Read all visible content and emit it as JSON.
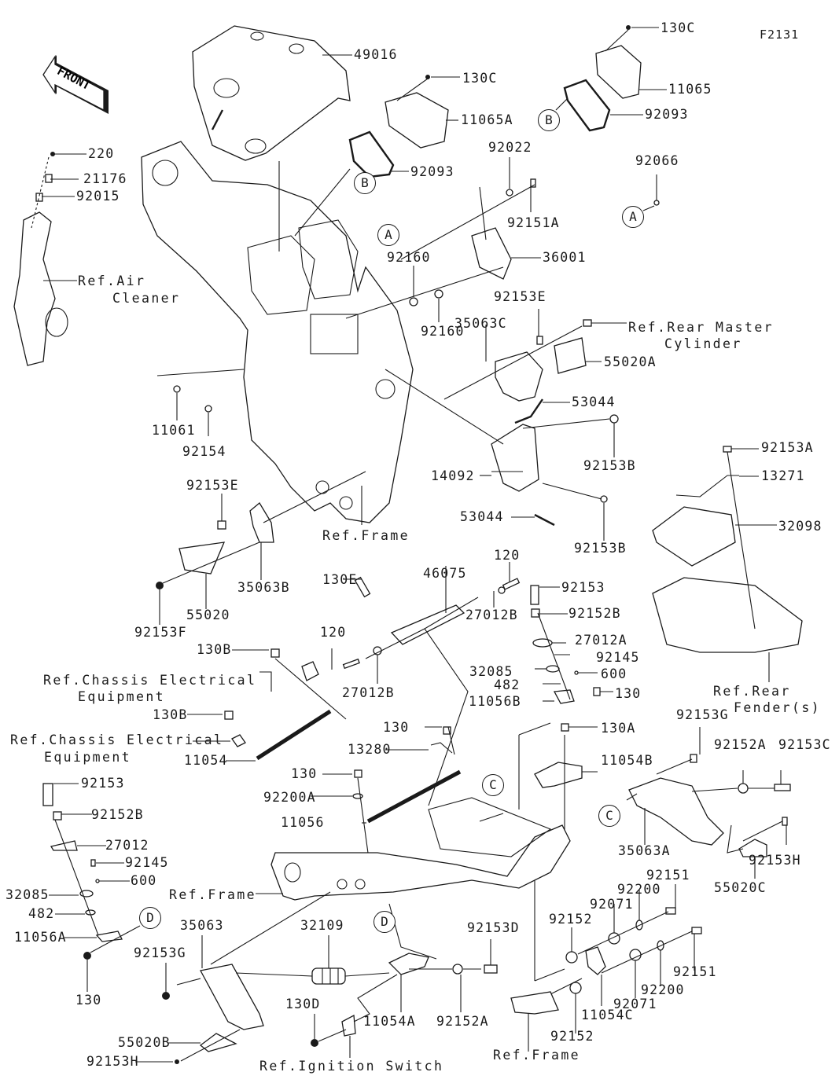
{
  "diagram": {
    "figure_id": "F2131",
    "front_arrow_text": "FRONT",
    "callout_circles": {
      "b_top": "B",
      "a_mid": "A",
      "b_frame": "B",
      "a_frame": "A",
      "c_mid": "C",
      "c_right": "C",
      "d_left": "D",
      "d_mid": "D"
    },
    "labels": {
      "p130c_top": "130C",
      "p130c_mid": "130C",
      "p49016": "49016",
      "p11065": "11065",
      "p11065a": "11065A",
      "p92093_right": "92093",
      "p92093_mid": "92093",
      "p220": "220",
      "p21176": "21176",
      "p92015": "92015",
      "p92022": "92022",
      "p92151a": "92151A",
      "p92066": "92066",
      "ref_air_cleaner_1": "Ref.Air",
      "ref_air_cleaner_2": "Cleaner",
      "p92160_a": "92160",
      "p92160_b": "92160",
      "p36001": "36001",
      "p92153e_top": "92153E",
      "p35063c": "35063C",
      "ref_rear_master_1": "Ref.Rear Master",
      "ref_rear_master_2": "Cylinder",
      "p55020a": "55020A",
      "p53044_top": "53044",
      "p92153b_top": "92153B",
      "p11061": "11061",
      "p92154": "92154",
      "p14092": "14092",
      "p53044_bot": "53044",
      "p92153b_bot": "92153B",
      "p92153a": "92153A",
      "p13271": "13271",
      "p32098": "32098",
      "p92153e_left": "92153E",
      "ref_frame_top": "Ref.Frame",
      "p35063b": "35063B",
      "p55020": "55020",
      "p92153f": "92153F",
      "p120_top": "120",
      "p130e": "130E",
      "p46075": "46075",
      "p27012b_top": "27012B",
      "p120_left": "120",
      "p27012b_bot": "27012B",
      "p92153_mid": "92153",
      "p92152b_mid": "92152B",
      "p27012a": "27012A",
      "p92145_mid": "92145",
      "p32085_mid": "32085",
      "p600_mid": "600",
      "p482_mid": "482",
      "p11056b": "11056B",
      "p130_mid": "130",
      "ref_rear_fender_1": "Ref.Rear",
      "ref_rear_fender_2": "Fender(s)",
      "p130b_top": "130B",
      "ref_chassis_1a": "Ref.Chassis Electrical",
      "ref_chassis_1b": "Equipment",
      "p130b_bot": "130B",
      "ref_chassis_2a": "Ref.Chassis Electrical",
      "ref_chassis_2b": "Equipment",
      "p11054": "11054",
      "p130_upper": "130",
      "p13280": "13280",
      "p130a": "130A",
      "p11054b": "11054B",
      "p92153g_right": "92153G",
      "p92152a_right": "92152A",
      "p92153c": "92153C",
      "p130_lower": "130",
      "p92200a": "92200A",
      "p11056": "11056",
      "p92153_left": "92153",
      "p92152b_left": "92152B",
      "p27012": "27012",
      "p92145_left": "92145",
      "p600_left": "600",
      "p32085_left": "32085",
      "p482_left": "482",
      "p11056a": "11056A",
      "p130_left": "130",
      "ref_frame_mid": "Ref.Frame",
      "p35063a": "35063A",
      "p55020c": "55020C",
      "p92153h_right": "92153H",
      "p92151_top": "92151",
      "p92200_top": "92200",
      "p92071_top": "92071",
      "p92152_top": "92152",
      "p92151_bot": "92151",
      "p92200_bot": "92200",
      "p92071_bot": "92071",
      "p11054c": "11054C",
      "p92152_bot": "92152",
      "ref_frame_bot": "Ref.Frame",
      "p35063": "35063",
      "p32109": "32109",
      "p92153d": "92153D",
      "p92153g_left": "92153G",
      "p130d": "130D",
      "p11054a": "11054A",
      "p92152a_bot": "92152A",
      "p55020b": "55020B",
      "p92153h_left": "92153H",
      "ref_ignition": "Ref.Ignition Switch"
    }
  }
}
